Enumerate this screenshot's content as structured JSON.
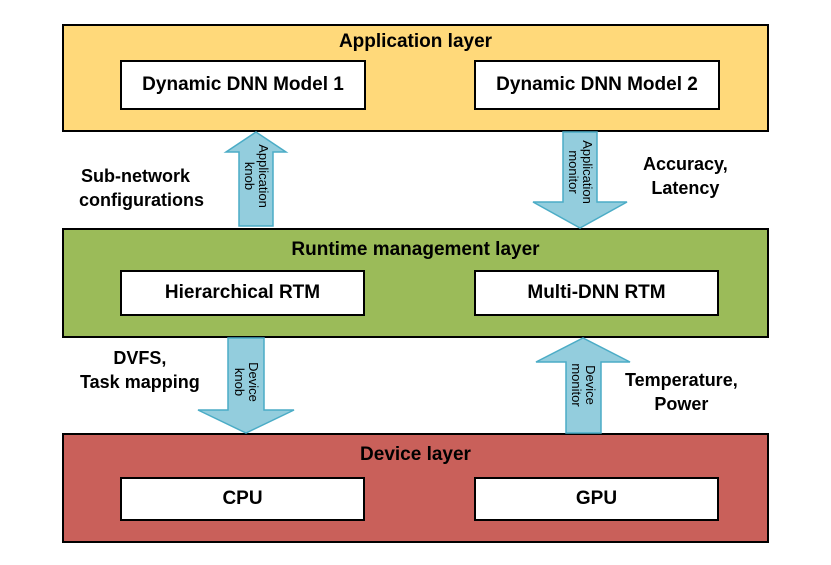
{
  "colors": {
    "application_layer": "#FFD97A",
    "runtime_layer": "#9BBB59",
    "device_layer": "#C9605A",
    "arrow": "#93CDDD",
    "arrow_stroke": "#4BACC6"
  },
  "layers": {
    "application": {
      "title": "Application layer",
      "boxes": [
        "Dynamic DNN Model 1",
        "Dynamic DNN Model 2"
      ]
    },
    "runtime": {
      "title": "Runtime management layer",
      "boxes": [
        "Hierarchical RTM",
        "Multi-DNN RTM"
      ]
    },
    "device": {
      "title": "Device layer",
      "boxes": [
        "CPU",
        "GPU"
      ]
    }
  },
  "arrows": {
    "application_knob": {
      "line1": "Application",
      "line2": "knob",
      "direction": "up"
    },
    "application_monitor": {
      "line1": "Application",
      "line2": "monitor",
      "direction": "down"
    },
    "device_knob": {
      "line1": "Device",
      "line2": "knob",
      "direction": "down"
    },
    "device_monitor": {
      "line1": "Device",
      "line2": "monitor",
      "direction": "up"
    }
  },
  "side_labels": {
    "subnetwork": {
      "line1": "Sub-network",
      "line2": "configurations"
    },
    "accuracy": {
      "line1": "Accuracy,",
      "line2": "Latency"
    },
    "dvfs": {
      "line1": "DVFS,",
      "line2": "Task mapping"
    },
    "temperature": {
      "line1": "Temperature,",
      "line2": "Power"
    }
  }
}
